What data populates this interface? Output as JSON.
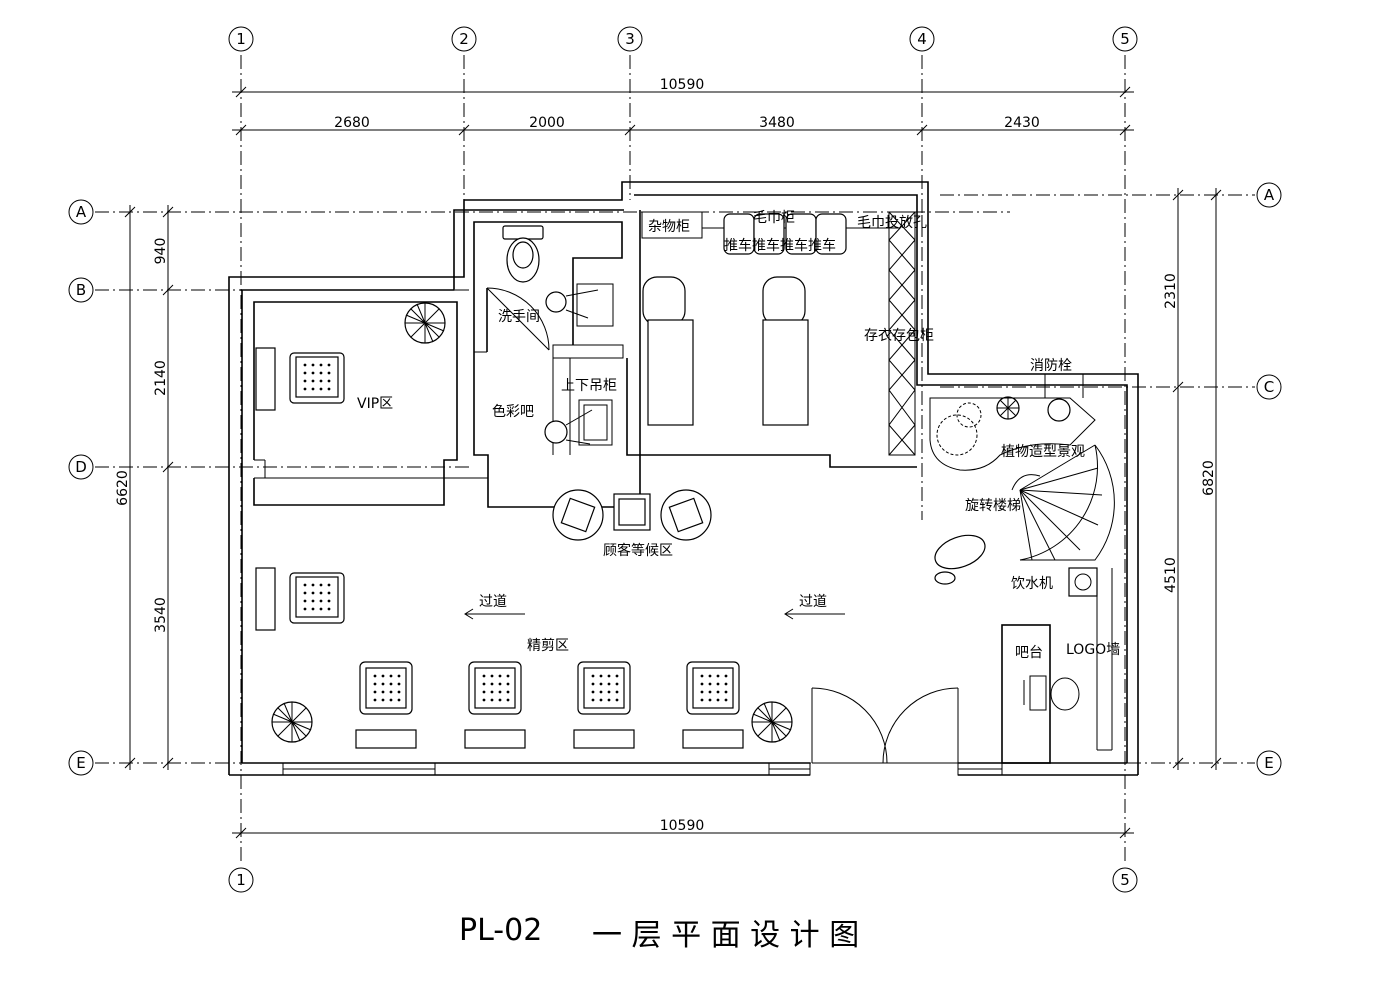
{
  "title": {
    "code": "PL-02",
    "name": "一 层 平 面 设 计 图"
  },
  "axes": {
    "columns": [
      "1",
      "2",
      "3",
      "4",
      "5"
    ],
    "rows": [
      "A",
      "B",
      "C",
      "D",
      "E"
    ]
  },
  "dimensions": {
    "top_total": "10590",
    "top_segments": [
      "2680",
      "2000",
      "3480",
      "2430"
    ],
    "bottom_total": "10590",
    "left_total": "6620",
    "left_segments": [
      "940",
      "2140",
      "3540"
    ],
    "right_total": "6820",
    "right_segments": [
      "2310",
      "4510"
    ]
  },
  "labels": {
    "washroom": "洗手间",
    "color_bar": "色彩吧",
    "cabinet": "上下吊柜",
    "sundry": "杂物柜",
    "towel": "毛巾柜",
    "towel_slot": "毛巾投放孔",
    "cart": "推车推车推车推车",
    "storage": "存衣存包柜",
    "hydrant": "消防栓",
    "plants": "植物造型景观",
    "stairs": "旋转楼梯",
    "water": "饮水机",
    "bar": "吧台",
    "logo": "LOGO墙",
    "vip": "VIP区",
    "waiting": "顾客等候区",
    "aisle_left": "过道",
    "aisle_right": "过道",
    "cutting": "精剪区"
  }
}
